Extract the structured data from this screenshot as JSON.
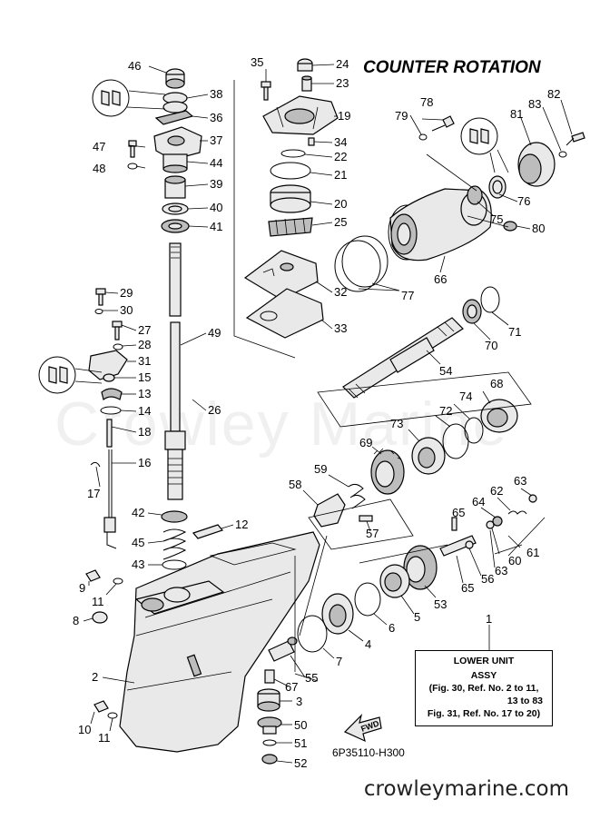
{
  "diagram": {
    "title": "COUNTER ROTATION",
    "drawing_code": "6P35110-H300",
    "watermark": "Crowley Marine",
    "footer": "crowleymarine.com",
    "assembly_box": {
      "line1": "LOWER UNIT",
      "line2": "ASSY",
      "line3": "(Fig. 30, Ref. No. 2 to 11,",
      "line4": "13 to 83",
      "line5": "Fig. 31, Ref. No. 17 to 20)"
    },
    "fwd_label": "FWD",
    "callouts": [
      {
        "id": "c46",
        "text": "46"
      },
      {
        "id": "c38",
        "text": "38"
      },
      {
        "id": "c36",
        "text": "36"
      },
      {
        "id": "c37",
        "text": "37"
      },
      {
        "id": "c47",
        "text": "47"
      },
      {
        "id": "c48",
        "text": "48"
      },
      {
        "id": "c44",
        "text": "44"
      },
      {
        "id": "c39",
        "text": "39"
      },
      {
        "id": "c40",
        "text": "40"
      },
      {
        "id": "c41",
        "text": "41"
      },
      {
        "id": "c35",
        "text": "35"
      },
      {
        "id": "c24",
        "text": "24"
      },
      {
        "id": "c23",
        "text": "23"
      },
      {
        "id": "c19",
        "text": "19"
      },
      {
        "id": "c34",
        "text": "34"
      },
      {
        "id": "c22",
        "text": "22"
      },
      {
        "id": "c21",
        "text": "21"
      },
      {
        "id": "c20",
        "text": "20"
      },
      {
        "id": "c25",
        "text": "25"
      },
      {
        "id": "c32",
        "text": "32"
      },
      {
        "id": "c33",
        "text": "33"
      },
      {
        "id": "c29",
        "text": "29"
      },
      {
        "id": "c30",
        "text": "30"
      },
      {
        "id": "c27",
        "text": "27"
      },
      {
        "id": "c28",
        "text": "28"
      },
      {
        "id": "c31",
        "text": "31"
      },
      {
        "id": "c15",
        "text": "15"
      },
      {
        "id": "c13",
        "text": "13"
      },
      {
        "id": "c14",
        "text": "14"
      },
      {
        "id": "c18",
        "text": "18"
      },
      {
        "id": "c16",
        "text": "16"
      },
      {
        "id": "c17",
        "text": "17"
      },
      {
        "id": "c49",
        "text": "49"
      },
      {
        "id": "c26",
        "text": "26"
      },
      {
        "id": "c42",
        "text": "42"
      },
      {
        "id": "c12",
        "text": "12"
      },
      {
        "id": "c45",
        "text": "45"
      },
      {
        "id": "c43",
        "text": "43"
      },
      {
        "id": "c9",
        "text": "9"
      },
      {
        "id": "c11a",
        "text": "11"
      },
      {
        "id": "c8",
        "text": "8"
      },
      {
        "id": "c2",
        "text": "2"
      },
      {
        "id": "c10",
        "text": "10"
      },
      {
        "id": "c11b",
        "text": "11"
      },
      {
        "id": "c78",
        "text": "78"
      },
      {
        "id": "c79",
        "text": "79"
      },
      {
        "id": "c82",
        "text": "82"
      },
      {
        "id": "c81",
        "text": "81"
      },
      {
        "id": "c83",
        "text": "83"
      },
      {
        "id": "c76",
        "text": "76"
      },
      {
        "id": "c75",
        "text": "75"
      },
      {
        "id": "c80",
        "text": "80"
      },
      {
        "id": "c66",
        "text": "66"
      },
      {
        "id": "c77",
        "text": "77"
      },
      {
        "id": "c71",
        "text": "71"
      },
      {
        "id": "c70",
        "text": "70"
      },
      {
        "id": "c54",
        "text": "54"
      },
      {
        "id": "c68",
        "text": "68"
      },
      {
        "id": "c74",
        "text": "74"
      },
      {
        "id": "c72",
        "text": "72"
      },
      {
        "id": "c73",
        "text": "73"
      },
      {
        "id": "c69",
        "text": "69"
      },
      {
        "id": "c59",
        "text": "59"
      },
      {
        "id": "c58",
        "text": "58"
      },
      {
        "id": "c57",
        "text": "57"
      },
      {
        "id": "c63a",
        "text": "63"
      },
      {
        "id": "c62",
        "text": "62"
      },
      {
        "id": "c64",
        "text": "64"
      },
      {
        "id": "c65a",
        "text": "65"
      },
      {
        "id": "c60",
        "text": "60"
      },
      {
        "id": "c61",
        "text": "61"
      },
      {
        "id": "c63b",
        "text": "63"
      },
      {
        "id": "c56",
        "text": "56"
      },
      {
        "id": "c65b",
        "text": "65"
      },
      {
        "id": "c53",
        "text": "53"
      },
      {
        "id": "c5",
        "text": "5"
      },
      {
        "id": "c6",
        "text": "6"
      },
      {
        "id": "c4",
        "text": "4"
      },
      {
        "id": "c7",
        "text": "7"
      },
      {
        "id": "c1",
        "text": "1"
      },
      {
        "id": "c55",
        "text": "55"
      },
      {
        "id": "c67",
        "text": "67"
      },
      {
        "id": "c3",
        "text": "3"
      },
      {
        "id": "c50",
        "text": "50"
      },
      {
        "id": "c51",
        "text": "51"
      },
      {
        "id": "c52",
        "text": "52"
      }
    ]
  }
}
